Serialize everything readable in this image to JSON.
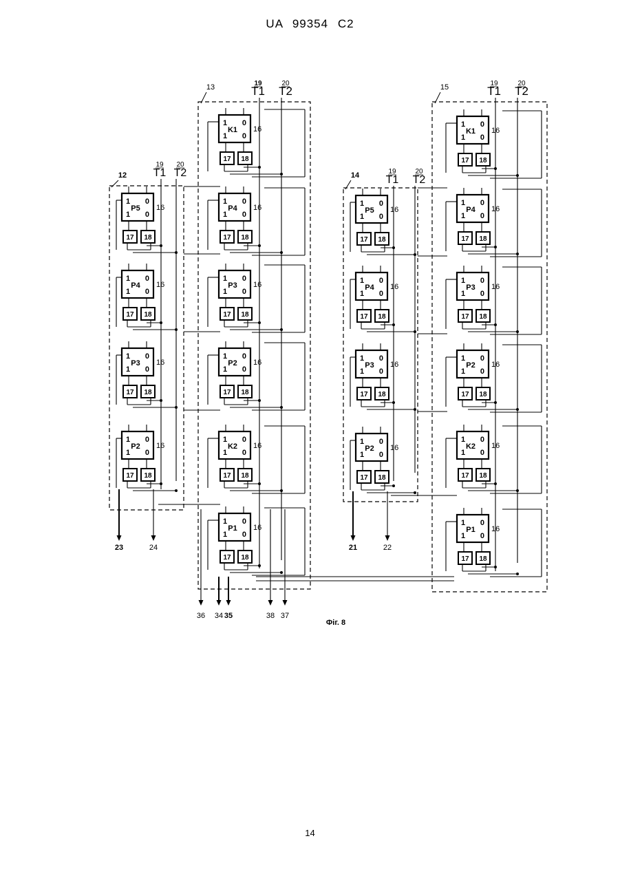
{
  "header": "UA   99354   C2",
  "page_number": "14",
  "figure": {
    "caption": "Фіг. 8",
    "assemblies": [
      {
        "number": "12",
        "t1": {
          "number": "19",
          "label": "T1"
        },
        "t2": {
          "number": "20",
          "label": "T2"
        },
        "blocks": [
          {
            "name": "P5",
            "a": "1",
            "b": "0",
            "c": "1",
            "d": "0",
            "n": "16",
            "s1": "17",
            "s2": "18"
          },
          {
            "name": "P4",
            "a": "1",
            "b": "0",
            "c": "1",
            "d": "0",
            "n": "16",
            "s1": "17",
            "s2": "18"
          },
          {
            "name": "P3",
            "a": "1",
            "b": "0",
            "c": "1",
            "d": "0",
            "n": "16",
            "s1": "17",
            "s2": "18"
          },
          {
            "name": "P2",
            "a": "1",
            "b": "0",
            "c": "1",
            "d": "0",
            "n": "16",
            "s1": "17",
            "s2": "18"
          }
        ],
        "outputs": [
          "23",
          "24"
        ]
      },
      {
        "number": "13",
        "t1": {
          "number": "19",
          "label": "T1"
        },
        "t2": {
          "number": "20",
          "label": "T2"
        },
        "blocks": [
          {
            "name": "K1",
            "a": "1",
            "b": "0",
            "c": "1",
            "d": "0",
            "n": "16",
            "s1": "17",
            "s2": "18"
          },
          {
            "name": "P4",
            "a": "1",
            "b": "0",
            "c": "1",
            "d": "0",
            "n": "16",
            "s1": "17",
            "s2": "18"
          },
          {
            "name": "P3",
            "a": "1",
            "b": "0",
            "c": "1",
            "d": "0",
            "n": "16",
            "s1": "17",
            "s2": "18"
          },
          {
            "name": "P2",
            "a": "1",
            "b": "0",
            "c": "1",
            "d": "0",
            "n": "16",
            "s1": "17",
            "s2": "18"
          },
          {
            "name": "K2",
            "a": "1",
            "b": "0",
            "c": "1",
            "d": "0",
            "n": "16",
            "s1": "17",
            "s2": "18"
          },
          {
            "name": "P1",
            "a": "1",
            "b": "0",
            "c": "1",
            "d": "0",
            "n": "16",
            "s1": "17",
            "s2": "18"
          }
        ],
        "outputs": [
          "36",
          "34",
          "35",
          "38",
          "37"
        ]
      },
      {
        "number": "14",
        "t1": {
          "number": "19",
          "label": "T1"
        },
        "t2": {
          "number": "20",
          "label": "T2"
        },
        "blocks": [
          {
            "name": "P5",
            "a": "1",
            "b": "0",
            "c": "1",
            "d": "0",
            "n": "16",
            "s1": "17",
            "s2": "18"
          },
          {
            "name": "P4",
            "a": "1",
            "b": "0",
            "c": "1",
            "d": "0",
            "n": "16",
            "s1": "17",
            "s2": "18"
          },
          {
            "name": "P3",
            "a": "1",
            "b": "0",
            "c": "1",
            "d": "0",
            "n": "16",
            "s1": "17",
            "s2": "18"
          },
          {
            "name": "P2",
            "a": "1",
            "b": "0",
            "c": "1",
            "d": "0",
            "n": "16",
            "s1": "17",
            "s2": "18"
          }
        ],
        "outputs": [
          "21",
          "22"
        ]
      },
      {
        "number": "15",
        "t1": {
          "number": "19",
          "label": "T1"
        },
        "t2": {
          "number": "20",
          "label": "T2"
        },
        "blocks": [
          {
            "name": "K1",
            "a": "1",
            "b": "0",
            "c": "1",
            "d": "0",
            "n": "16",
            "s1": "17",
            "s2": "18"
          },
          {
            "name": "P4",
            "a": "1",
            "b": "0",
            "c": "1",
            "d": "0",
            "n": "16",
            "s1": "17",
            "s2": "18"
          },
          {
            "name": "P3",
            "a": "1",
            "b": "0",
            "c": "1",
            "d": "0",
            "n": "16",
            "s1": "17",
            "s2": "18"
          },
          {
            "name": "P2",
            "a": "1",
            "b": "0",
            "c": "1",
            "d": "0",
            "n": "16",
            "s1": "17",
            "s2": "18"
          },
          {
            "name": "K2",
            "a": "1",
            "b": "0",
            "c": "1",
            "d": "0",
            "n": "16",
            "s1": "17",
            "s2": "18"
          },
          {
            "name": "P1",
            "a": "1",
            "b": "0",
            "c": "1",
            "d": "0",
            "n": "16",
            "s1": "17",
            "s2": "18"
          }
        ],
        "outputs": []
      }
    ]
  }
}
